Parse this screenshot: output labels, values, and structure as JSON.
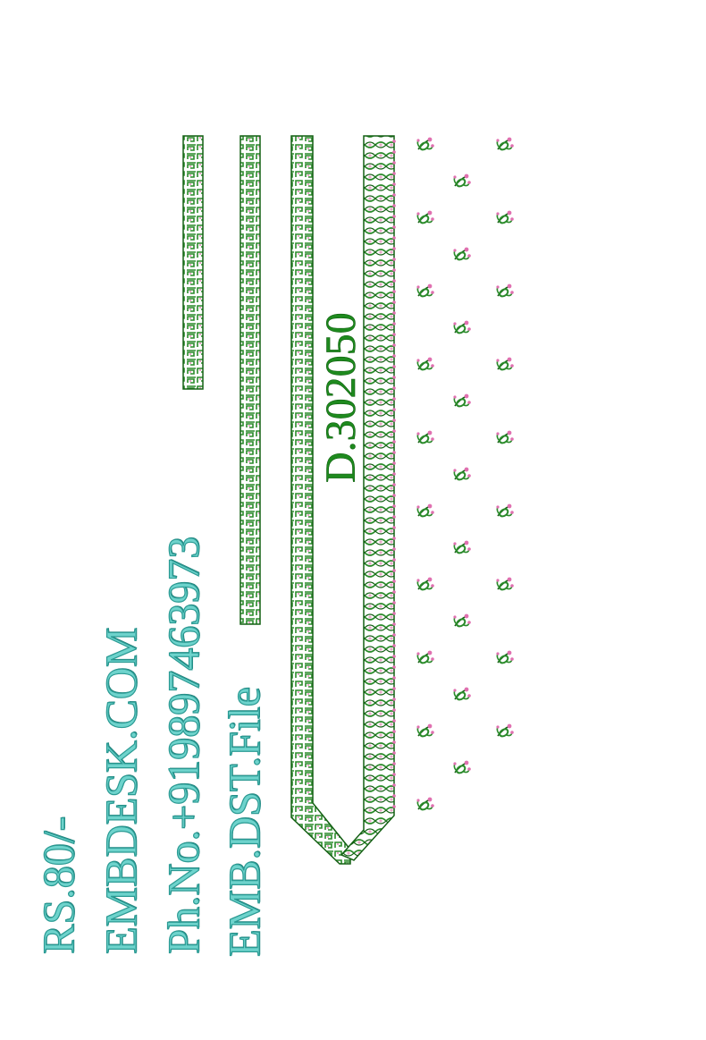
{
  "text": {
    "price": "RS.80/-",
    "website": "EMBDESK.COM",
    "phone": "Ph.No.+919897463973",
    "file_type": "EMB.DST.File",
    "design_code": "D.302050"
  },
  "colors": {
    "text_teal": "#6ed3cc",
    "text_teal_outline": "#2a9a93",
    "stitch_green": "#2a8a2a",
    "stitch_dark_green": "#146014",
    "stitch_pink": "#e8a6c8",
    "motif_pink": "#e070b0",
    "background": "#ffffff"
  },
  "design": {
    "elements": [
      "border-lace-short",
      "border-lace-long",
      "neckline-lace-outer",
      "neckline-lace-inner",
      "floral-motif-buti"
    ]
  }
}
